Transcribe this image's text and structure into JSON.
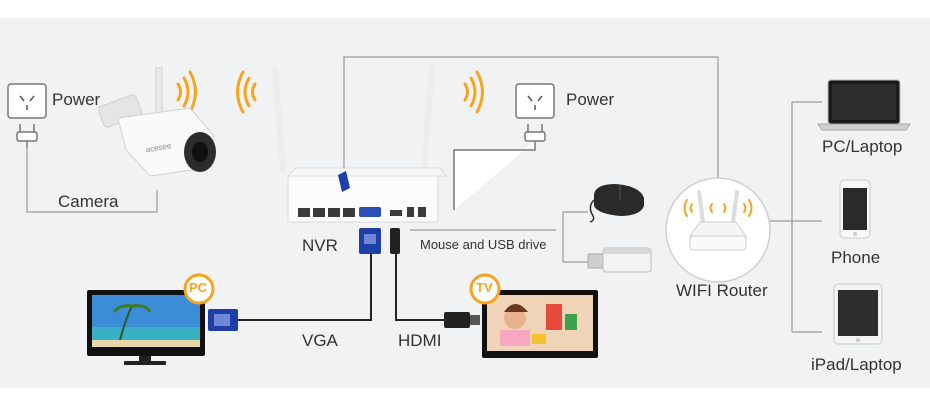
{
  "labels": {
    "power_left": "Power",
    "power_right": "Power",
    "camera": "Camera",
    "nvr": "NVR",
    "mouse_usb": "Mouse and USB drive",
    "vga": "VGA",
    "hdmi": "HDMI",
    "wifi_router": "WIFI Router",
    "pc_laptop": "PC/Laptop",
    "phone": "Phone",
    "ipad_laptop": "iPad/Laptop",
    "pc_badge": "PC",
    "tv_badge": "TV",
    "camera_brand": "acesee"
  },
  "colors": {
    "background": "#f1f2f4",
    "wifi_signal": "#f5a41d",
    "badge": "#f5a41d",
    "connector_blue": "#1f3fa8",
    "line": "#9a9a9a",
    "text": "#333333"
  },
  "icons": [
    "power-outlet-icon",
    "plug-icon",
    "wifi-signal-icon",
    "camera-icon",
    "nvr-icon",
    "mouse-icon",
    "usb-drive-icon",
    "router-icon",
    "laptop-icon",
    "phone-icon",
    "tablet-icon",
    "monitor-icon",
    "tv-icon"
  ]
}
